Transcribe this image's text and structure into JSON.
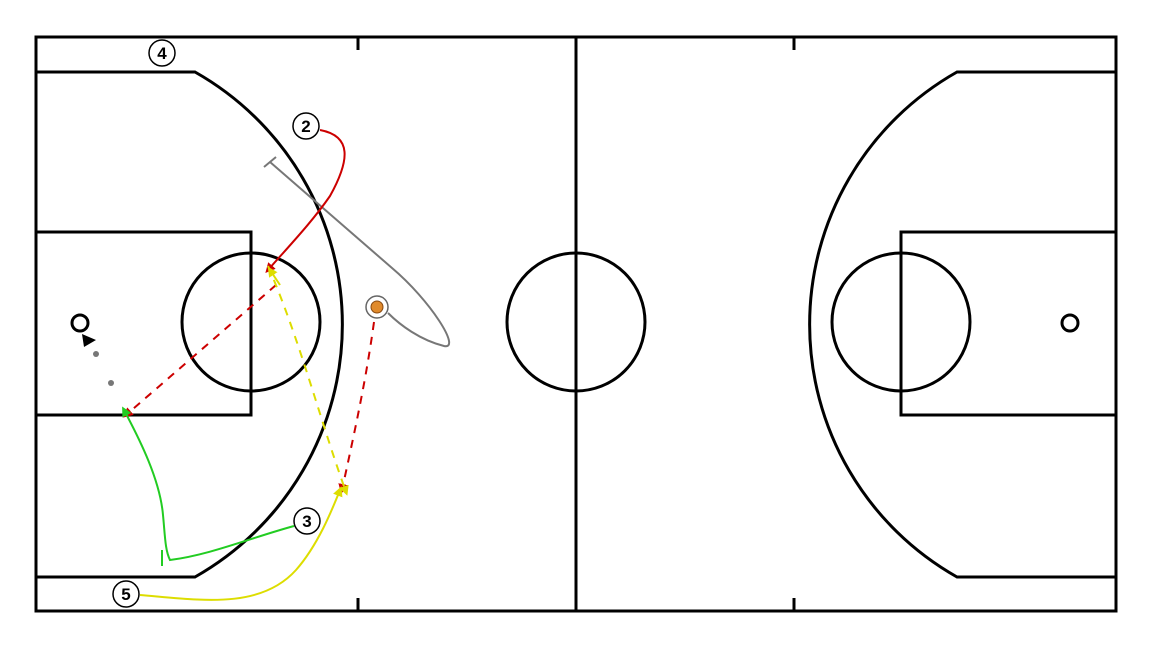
{
  "diagram": {
    "type": "basketball-play",
    "colors": {
      "court_lines": "#000000",
      "player_2_path": "#cc0000",
      "player_5_path": "#dddd00",
      "player_3_path": "#22cc22",
      "screen": "#777777",
      "ball": "#e08a2c"
    },
    "players": [
      {
        "id": "p4",
        "label": "4"
      },
      {
        "id": "p2",
        "label": "2"
      },
      {
        "id": "p3",
        "label": "3"
      },
      {
        "id": "p5",
        "label": "5"
      }
    ],
    "has_ball_marker": true
  }
}
